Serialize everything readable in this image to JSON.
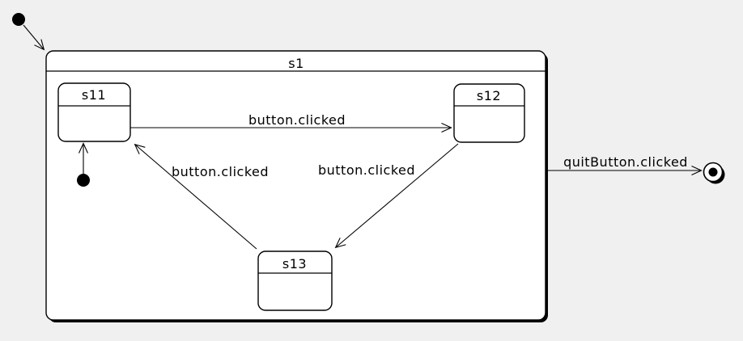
{
  "diagram": {
    "type": "uml-state-machine",
    "colors": {
      "background": "#f0f0f0",
      "node_fill": "#ffffff",
      "stroke": "#000000",
      "shadow": "#000000"
    }
  },
  "composite_state": {
    "label": "s1"
  },
  "states": [
    {
      "label": "s11"
    },
    {
      "label": "s12"
    },
    {
      "label": "s13"
    }
  ],
  "pseudostates": [
    {
      "kind": "initial",
      "name": "top-level-initial"
    },
    {
      "kind": "initial",
      "name": "s1-initial"
    },
    {
      "kind": "final",
      "name": "final-state"
    }
  ],
  "transitions": [
    {
      "from": "initial",
      "to": "s1",
      "label": ""
    },
    {
      "from": "s1-initial",
      "to": "s11",
      "label": ""
    },
    {
      "from": "s11",
      "to": "s12",
      "label": "button.clicked"
    },
    {
      "from": "s12",
      "to": "s13",
      "label": "button.clicked"
    },
    {
      "from": "s13",
      "to": "s11",
      "label": "button.clicked"
    },
    {
      "from": "s1",
      "to": "final",
      "label": "quitButton.clicked"
    }
  ]
}
